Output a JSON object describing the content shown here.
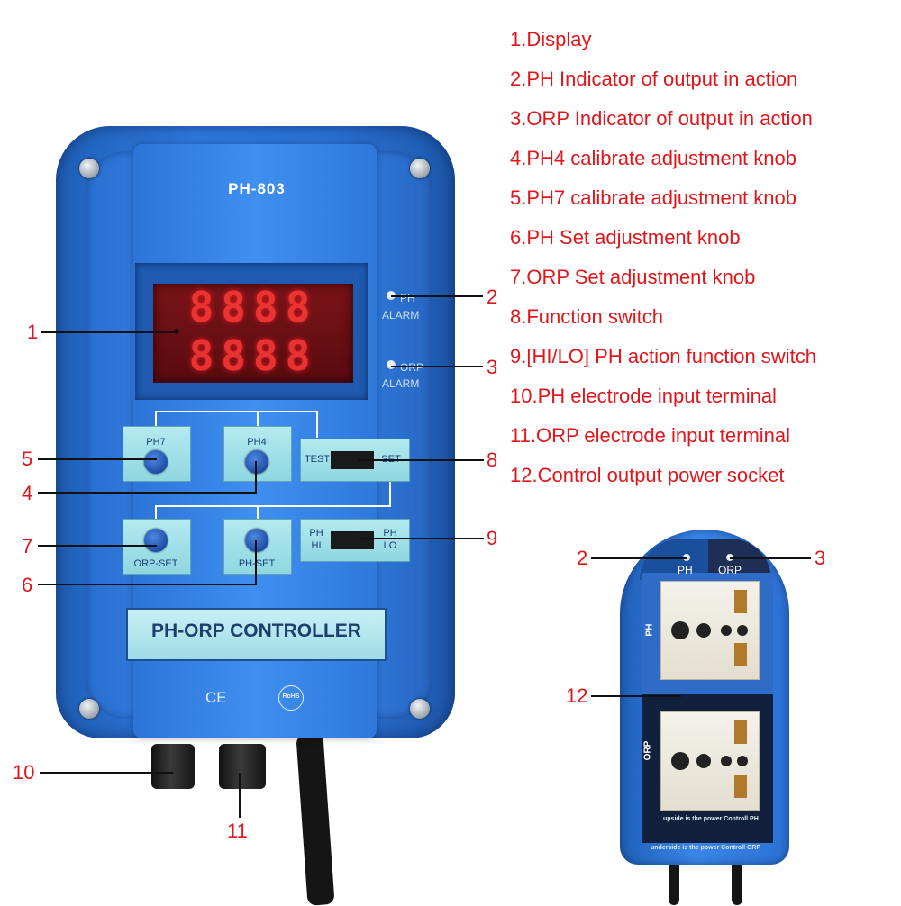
{
  "device": {
    "model": "PH-803",
    "display_row1": "8888",
    "display_row2": "8888",
    "ph_alarm_line1": "PH",
    "ph_alarm_line2": "ALARM",
    "orp_alarm_line1": "ORP",
    "orp_alarm_line2": "ALARM",
    "btn_ph7": "PH7",
    "btn_ph4": "PH4",
    "btn_orp_set": "ORP-SET",
    "btn_ph_set": "PH-SET",
    "switch_test": "TEST",
    "switch_set": "SET",
    "switch_ph_hi_1": "PH",
    "switch_ph_hi_2": "HI",
    "switch_ph_lo_1": "PH",
    "switch_ph_lo_2": "LO",
    "banner": "PH-ORP CONTROLLER",
    "ce_mark": "CE",
    "rohs_mark": "RoHS"
  },
  "socket": {
    "ph_label": "PH",
    "orp_label": "ORP",
    "side_ph": "PH",
    "side_orp": "ORP",
    "upper_note": "upside is the power Controll PH",
    "lower_note": "underside is the power Controll ORP"
  },
  "callouts": [
    "1",
    "2",
    "3",
    "4",
    "5",
    "6",
    "7",
    "8",
    "9",
    "10",
    "11",
    "12",
    "2",
    "3"
  ],
  "legend": [
    "1.Display",
    "2.PH Indicator of output in action",
    "3.ORP Indicator of output in action",
    "4.PH4 calibrate adjustment knob",
    "5.PH7 calibrate adjustment knob",
    "6.PH Set adjustment knob",
    "7.ORP Set adjustment knob",
    "8.Function switch",
    "9.[HI/LO] PH action function switch",
    "10.PH electrode input terminal",
    "11.ORP electrode input terminal",
    "12.Control output power socket"
  ],
  "colors": {
    "housing_blue": "#2f7be0",
    "callout_red": "#e0161b",
    "display_red": "#ff3a3a",
    "button_cyan": "#9fdbe5"
  }
}
